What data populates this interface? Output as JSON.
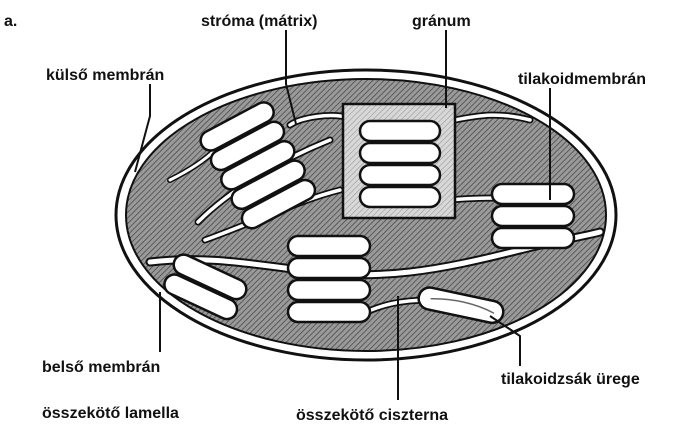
{
  "figure": {
    "panel_letter": "a.",
    "labels": {
      "stroma": "stróma (mátrix)",
      "granum": "gránum",
      "outer_membrane": "külső membrán",
      "thylakoid_membrane": "tilakoidmembrán",
      "inner_membrane": "belső membrán",
      "thylakoid_lumen": "tilakoidzsák ürege",
      "connecting_lamella": "összekötő lamella",
      "connecting_cistern": "összekötő ciszterna"
    }
  },
  "colors": {
    "ink": "#111111",
    "paper": "#ffffff",
    "stroma_shade": "#8c8c8c"
  }
}
